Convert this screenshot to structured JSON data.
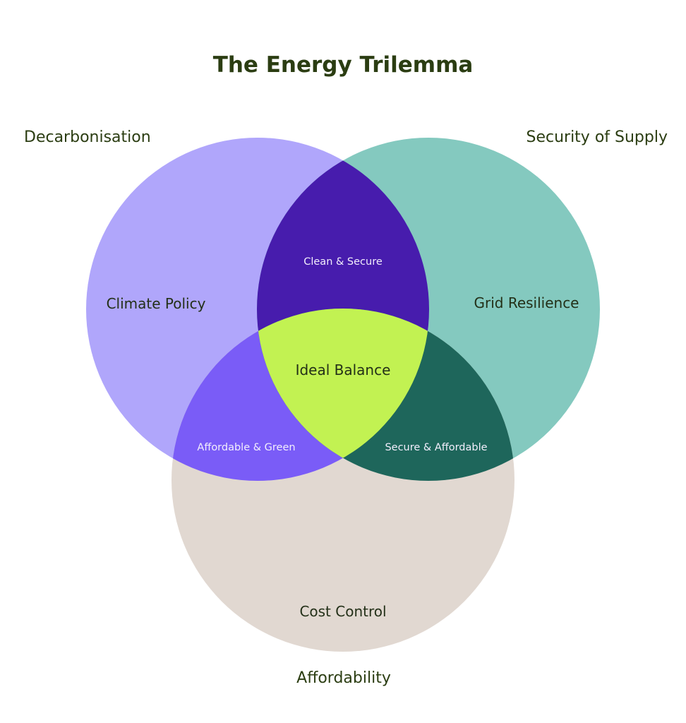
{
  "title": "The Energy Trilemma",
  "sets": [
    {
      "id": "decarbonisation",
      "label": "Decarbonisation",
      "inner_label": "Climate Policy",
      "color": "#b0a6fb"
    },
    {
      "id": "security",
      "label": "Security of Supply",
      "inner_label": "Grid Resilience",
      "color": "#84c9bf"
    },
    {
      "id": "affordability",
      "label": "Affordability",
      "inner_label": "Cost Control",
      "color": "#e1d8d1"
    }
  ],
  "intersections": [
    {
      "id": "clean-secure",
      "sets": [
        "decarbonisation",
        "security"
      ],
      "label": "Clean & Secure",
      "color": "#471cad"
    },
    {
      "id": "affordable-green",
      "sets": [
        "decarbonisation",
        "affordability"
      ],
      "label": "Affordable & Green",
      "color": "#7a5cf7"
    },
    {
      "id": "secure-affordable",
      "sets": [
        "security",
        "affordability"
      ],
      "label": "Secure & Affordable",
      "color": "#1e665b"
    },
    {
      "id": "ideal-balance",
      "sets": [
        "decarbonisation",
        "security",
        "affordability"
      ],
      "label": "Ideal Balance",
      "color": "#c2f252"
    }
  ]
}
